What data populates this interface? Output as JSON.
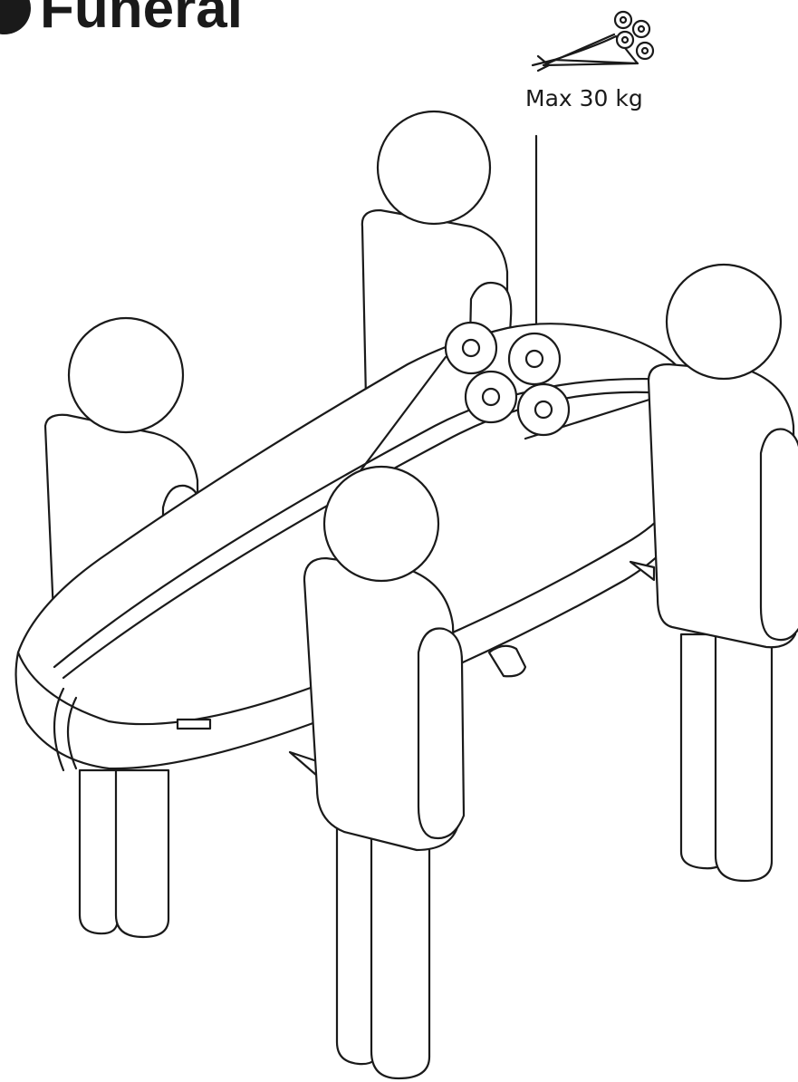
{
  "heading": {
    "text": "Funeral",
    "badge_icon": "step-number-badge"
  },
  "bouquet": {
    "icon": "flower-bouquet-icon",
    "weight_label": "Max 30 kg"
  },
  "figure": {
    "subject": "four-pallbearers-carrying-coffin",
    "people_count": 4,
    "coffin_icon": "coffin-icon",
    "flowers_on_coffin_icon": "flower-arrangement-icon"
  },
  "colors": {
    "line": "#1a1a1a",
    "background": "#ffffff"
  }
}
